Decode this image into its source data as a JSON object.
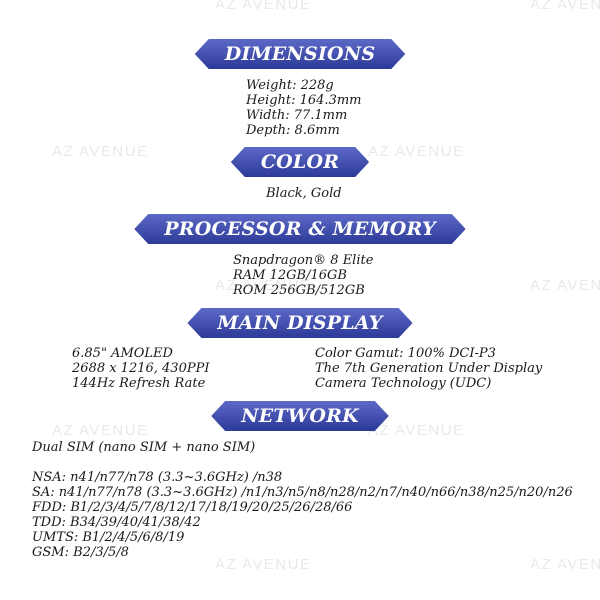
{
  "watermark": "AZ AVENUE",
  "sections": {
    "dimensions": {
      "title": "DIMENSIONS",
      "lines": [
        "Weight: 228g",
        "Height: 164.3mm",
        "Width: 77.1mm",
        "Depth: 8.6mm"
      ]
    },
    "color": {
      "title": "COLOR",
      "lines": [
        "Black, Gold"
      ]
    },
    "processor": {
      "title": "PROCESSOR & MEMORY",
      "lines": [
        "Snapdragon® 8 Elite",
        "RAM 12GB/16GB",
        "ROM 256GB/512GB"
      ]
    },
    "display": {
      "title": "MAIN DISPLAY",
      "left": [
        "6.85\" AMOLED",
        "2688 x 1216, 430PPI",
        "144Hz Refresh Rate"
      ],
      "right": [
        "Color Gamut: 100% DCI-P3",
        "The 7th Generation Under Display",
        "Camera Technology (UDC)"
      ]
    },
    "network": {
      "title": "NETWORK",
      "sim": "Dual SIM (nano SIM + nano SIM)",
      "bands": [
        "NSA: n41/n77/n78 (3.3~3.6GHz) /n38",
        "SA: n41/n77/n78 (3.3~3.6GHz) /n1/n3/n5/n8/n28/n2/n7/n40/n66/n38/n25/n20/n26",
        "FDD: B1/2/3/4/5/7/8/12/17/18/19/20/25/26/28/66",
        "TDD: B34/39/40/41/38/42",
        "UMTS: B1/2/4/5/6/8/19",
        "GSM: B2/3/5/8"
      ]
    }
  }
}
